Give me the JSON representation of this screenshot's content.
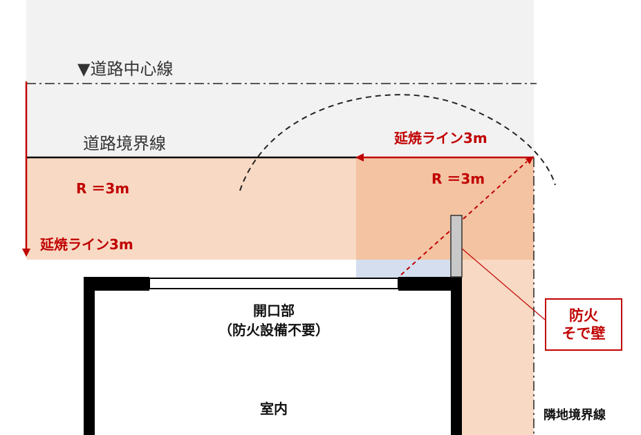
{
  "labels": {
    "road_center_line": "▼道路中心線",
    "road_boundary_line": "道路境界線",
    "spread_line_right": "延焼ライン3m",
    "radius_left": "R ＝3m",
    "radius_right": "R ＝3m",
    "spread_line_left": "延焼ライン3m",
    "opening_line1": "開口部",
    "opening_line2": "（防火設備不要）",
    "indoor": "室内",
    "neighbor_boundary_line": "隣地境界線"
  },
  "callout": {
    "line1": "防火",
    "line2": "そで壁"
  },
  "colors": {
    "road_area": "#f2f2f2",
    "spread_zone": "#f8d9c3",
    "spread_overlap": "#f3c3a2",
    "blue_zone": "#d4deee",
    "wall": "#000000",
    "sleeve_wall": "#c8c8c8",
    "accent_red": "#c00000"
  }
}
